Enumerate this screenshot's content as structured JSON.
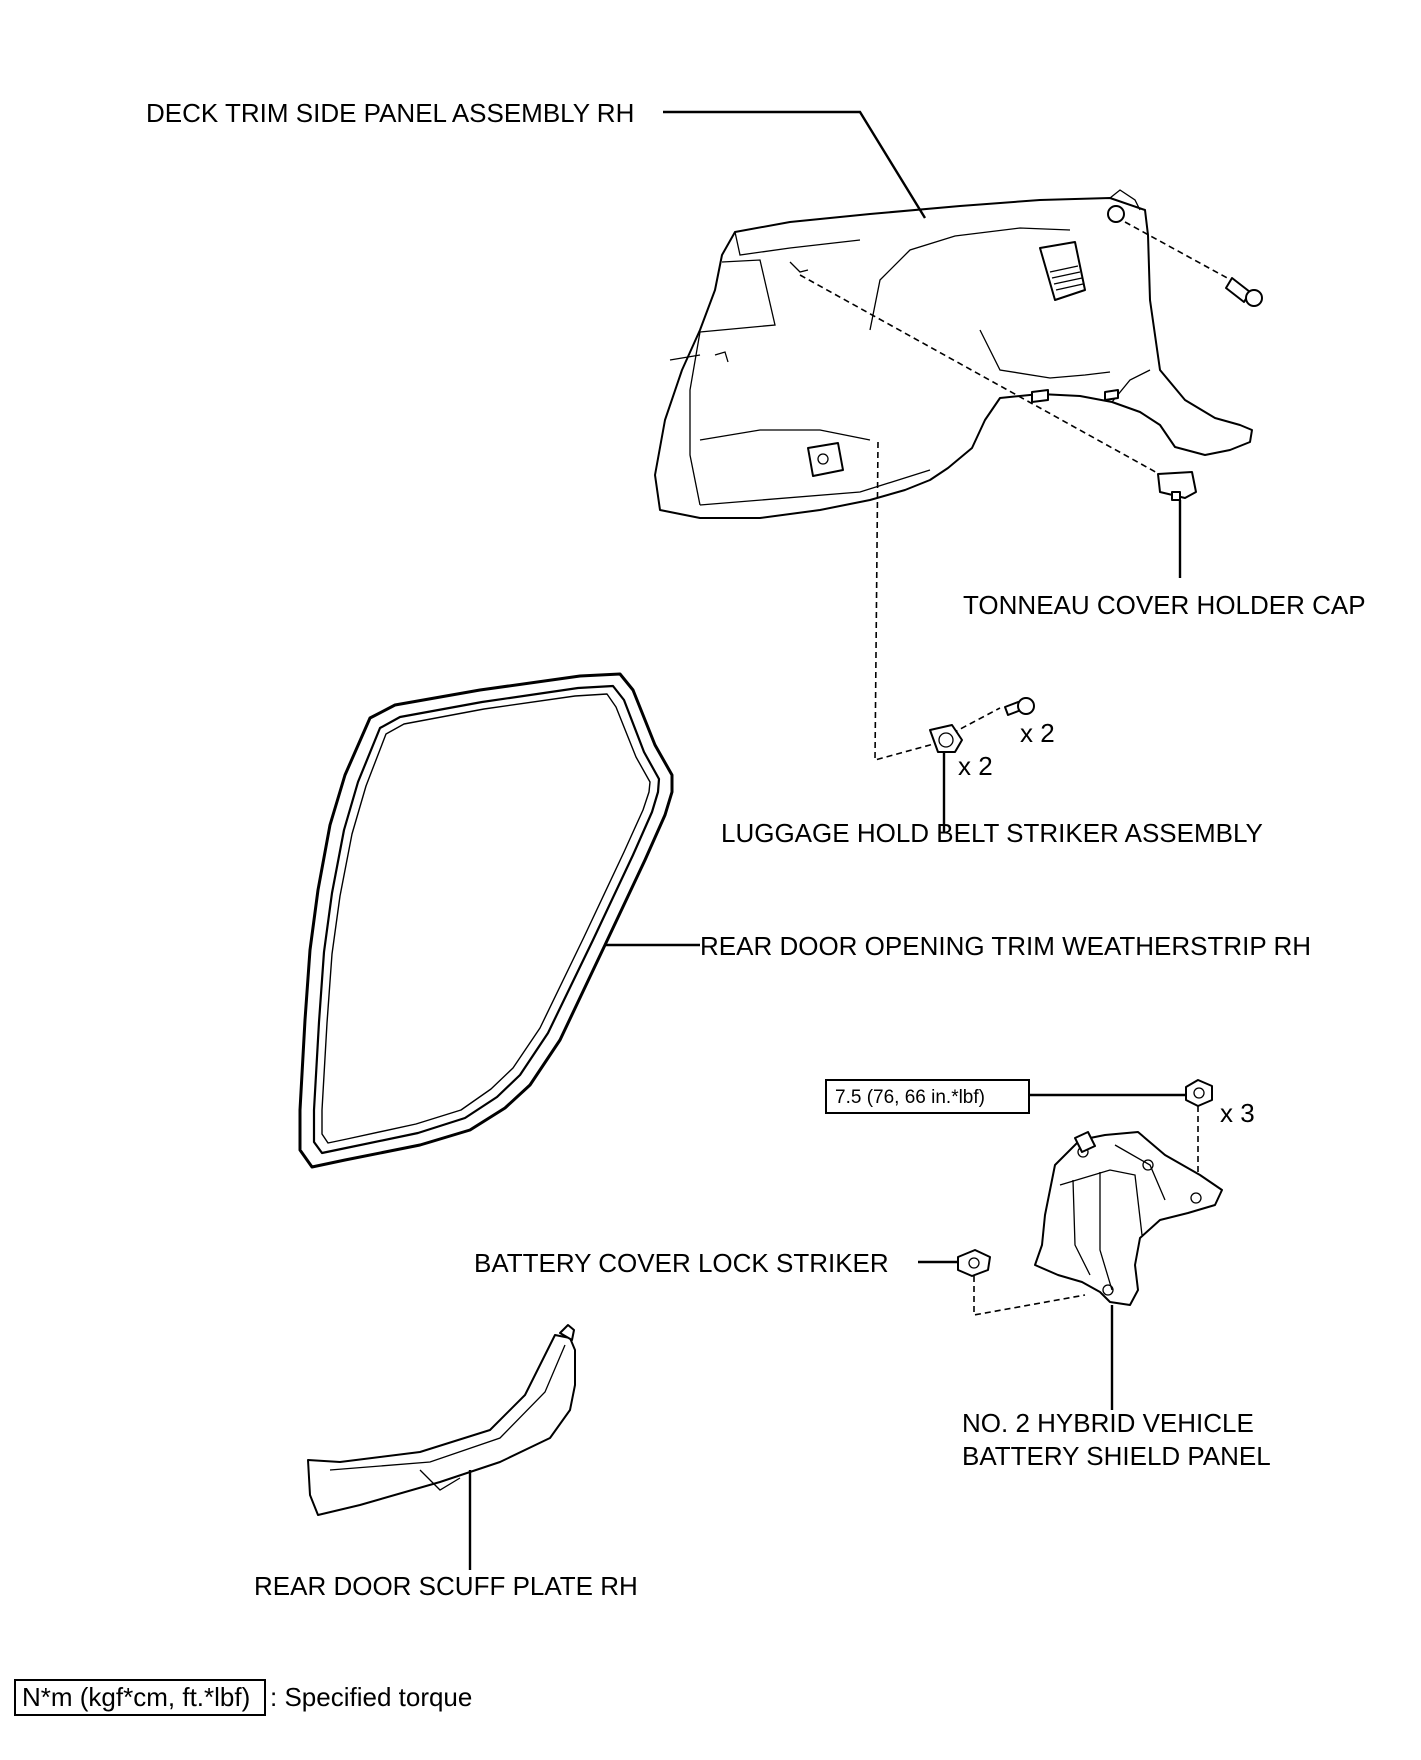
{
  "labels": {
    "deck_trim": "DECK TRIM SIDE PANEL ASSEMBLY RH",
    "tonneau_cap": "TONNEAU COVER HOLDER CAP",
    "luggage_striker": "LUGGAGE HOLD BELT STRIKER ASSEMBLY",
    "weatherstrip": "REAR DOOR OPENING TRIM WEATHERSTRIP RH",
    "battery_striker": "BATTERY COVER LOCK STRIKER",
    "shield_panel_line1": "NO. 2 HYBRID VEHICLE",
    "shield_panel_line2": "BATTERY SHIELD PANEL",
    "scuff_plate": "REAR DOOR SCUFF PLATE RH"
  },
  "quantities": {
    "bolt_qty": "x 2",
    "striker_qty": "x 2",
    "nut_qty": "x 3"
  },
  "torque": {
    "value": "7.5 (76, 66 in.*lbf)"
  },
  "legend": {
    "units": "N*m (kgf*cm, ft.*lbf)",
    "description": ": Specified torque"
  }
}
